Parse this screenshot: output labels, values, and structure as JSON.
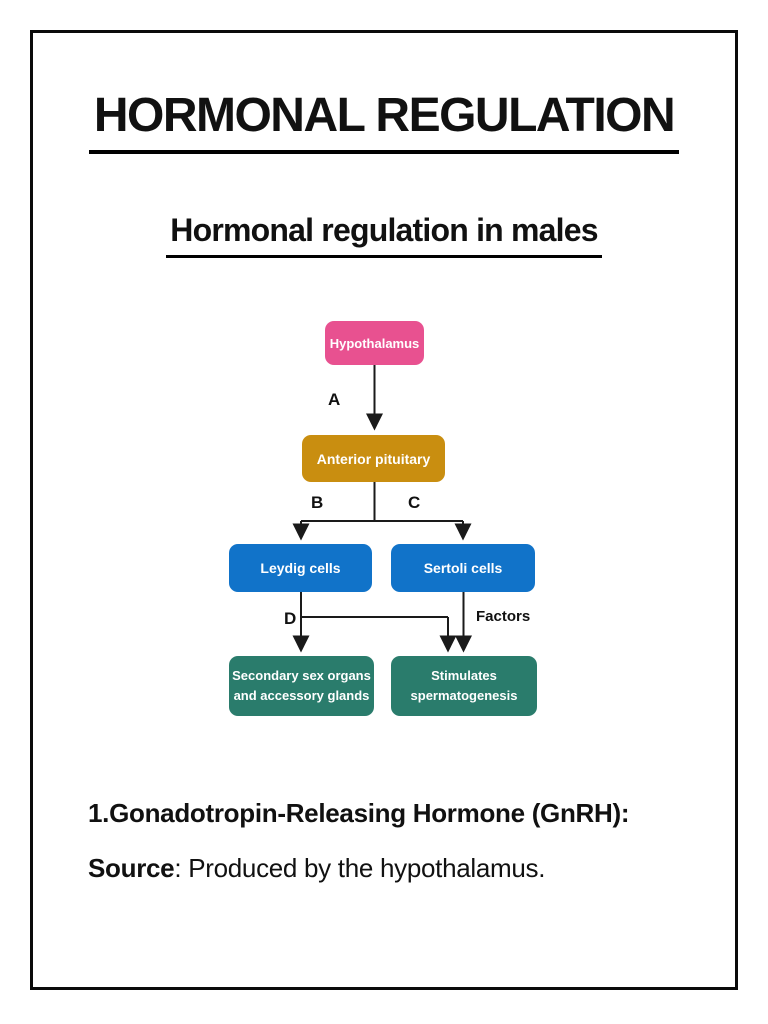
{
  "document": {
    "title": "HORMONAL REGULATION",
    "subtitle": "Hormonal regulation in males"
  },
  "flowchart": {
    "nodes": {
      "hypothalamus": {
        "label": "Hypothalamus",
        "color": "#E85190"
      },
      "anterior_pituitary": {
        "label": "Anterior pituitary",
        "color": "#C98E10"
      },
      "leydig_cells": {
        "label": "Leydig cells",
        "color": "#1173C9"
      },
      "sertoli_cells": {
        "label": "Sertoli cells",
        "color": "#1173C9"
      },
      "secondary_sex_organs": {
        "line1": "Secondary sex organs",
        "line2": "and accessory glands",
        "color": "#2A7C6C"
      },
      "stimulates_spermatogenesis": {
        "line1": "Stimulates",
        "line2": "spermatogenesis",
        "color": "#2A7C6C"
      }
    },
    "edge_labels": {
      "a": "A",
      "b": "B",
      "c": "C",
      "d": "D",
      "factors": "Factors"
    },
    "line_color": "#1a1a1a"
  },
  "body_text": {
    "item1_heading": "1.Gonadotropin-Releasing Hormone (GnRH):",
    "source_label": "Source",
    "source_rest": ": Produced by the hypothalamus."
  }
}
